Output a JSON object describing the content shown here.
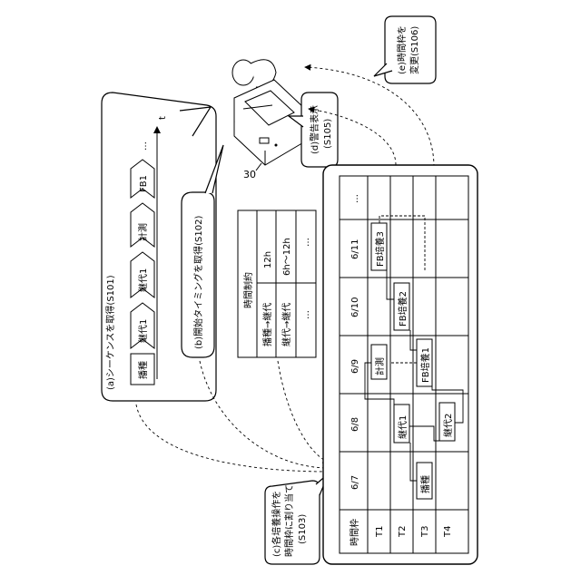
{
  "bubbles": {
    "a": {
      "label": "(a)シーケンスを取得(S101)"
    },
    "b": {
      "label": "(b)開始タイミングを取得(S102)"
    },
    "c": {
      "line1": "(c)各培養操作を",
      "line2": "時間枠に割り当て",
      "line3": "(S103)"
    },
    "d": {
      "line1": "(d)警告表示",
      "line2": "(S105)"
    },
    "e": {
      "line1": "(e)時間枠を",
      "line2": "変更(S106)"
    }
  },
  "sequence": {
    "steps": [
      "播種",
      "継代1",
      "継代1",
      "計測",
      "FB1"
    ],
    "ellipsis": "…",
    "time_axis_label": "t"
  },
  "constraints": {
    "header": "時間制約",
    "rows": [
      {
        "name": "播種→継代",
        "value": "12h"
      },
      {
        "name": "継代→継代",
        "value": "6h〜12h"
      },
      {
        "name": "…",
        "value": "…"
      }
    ]
  },
  "terminal": {
    "ref": "30"
  },
  "schedule": {
    "corner_label": "時間枠",
    "dates": [
      "6/7",
      "6/8",
      "6/9",
      "6/10",
      "6/11",
      "…"
    ],
    "rows": [
      "T1",
      "T2",
      "T3",
      "T4"
    ],
    "ops": {
      "seed": "播種",
      "passage1": "継代1",
      "passage2": "継代2",
      "measure": "計測",
      "fb1": "FB培養1",
      "fb2": "FB培養2",
      "fb3": "FB培養3"
    }
  }
}
